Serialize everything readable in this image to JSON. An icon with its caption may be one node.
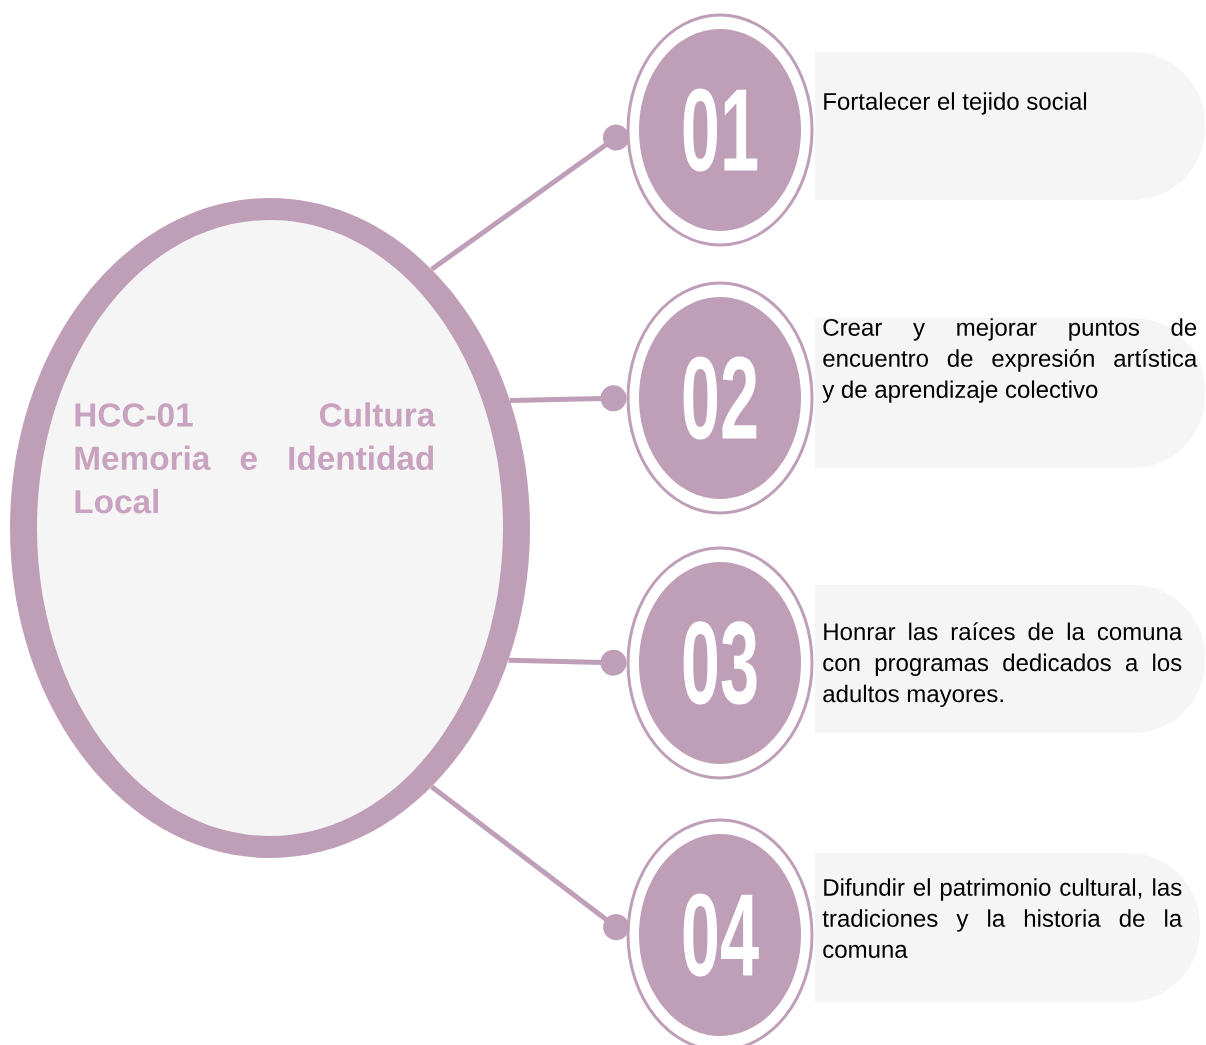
{
  "diagram": {
    "nodes": [
      {
        "text": [
          "HCC-01 Cultura Memoria e Identidad Local"
        ]
      },
      {
        "text": [
          "01"
        ]
      },
      {
        "text": [
          "Fortalecer el tejido social"
        ]
      },
      {
        "text": [
          "02"
        ]
      },
      {
        "text": [
          "Crear y mejorar puntos de encuentro de expresión artística y de aprendizaje colectivo"
        ]
      },
      {
        "text": [
          "03"
        ]
      },
      {
        "text": [
          "Honrar las raíces de la comuna con programas dedicados a los adultos mayores."
        ]
      },
      {
        "text": [
          "04"
        ]
      },
      {
        "text": [
          "Difundir el patrimonio cultural, las tradiciones y la historia de la comuna"
        ]
      }
    ],
    "edges": [
      {
        "from": 0,
        "to": 1,
        "arrow": "other"
      },
      {
        "from": 0,
        "to": 3,
        "arrow": "other"
      },
      {
        "from": 0,
        "to": 5,
        "arrow": "other"
      },
      {
        "from": 0,
        "to": 7,
        "arrow": "other"
      }
    ]
  }
}
